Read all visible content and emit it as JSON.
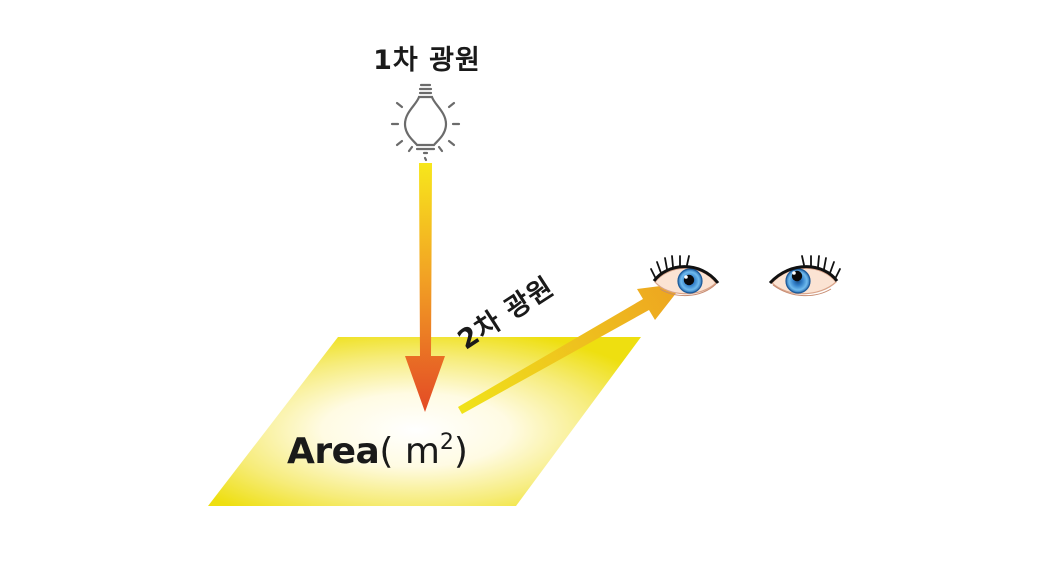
{
  "labels": {
    "primary_source": "1차 광원",
    "secondary_source": "2차 광원",
    "area_word": "Area",
    "area_open": "( m",
    "area_exp": "2",
    "area_close": ")"
  },
  "colors": {
    "surface_edge": "#eedf10",
    "surface_center": "#ffffff",
    "arrow_down_top": "#f7e71c",
    "arrow_down_bottom": "#e34a25",
    "arrow_diag_start": "#f0e31a",
    "arrow_diag_end": "#eda321",
    "bulb_stroke": "#6b6b6b",
    "iris": "#3f8fd2",
    "iris_light": "#8fd0f5",
    "pupil": "#0a0a0a",
    "skin": "#f3d4be"
  },
  "icons": [
    "light-bulb-icon",
    "eye-icon",
    "eye-icon"
  ]
}
